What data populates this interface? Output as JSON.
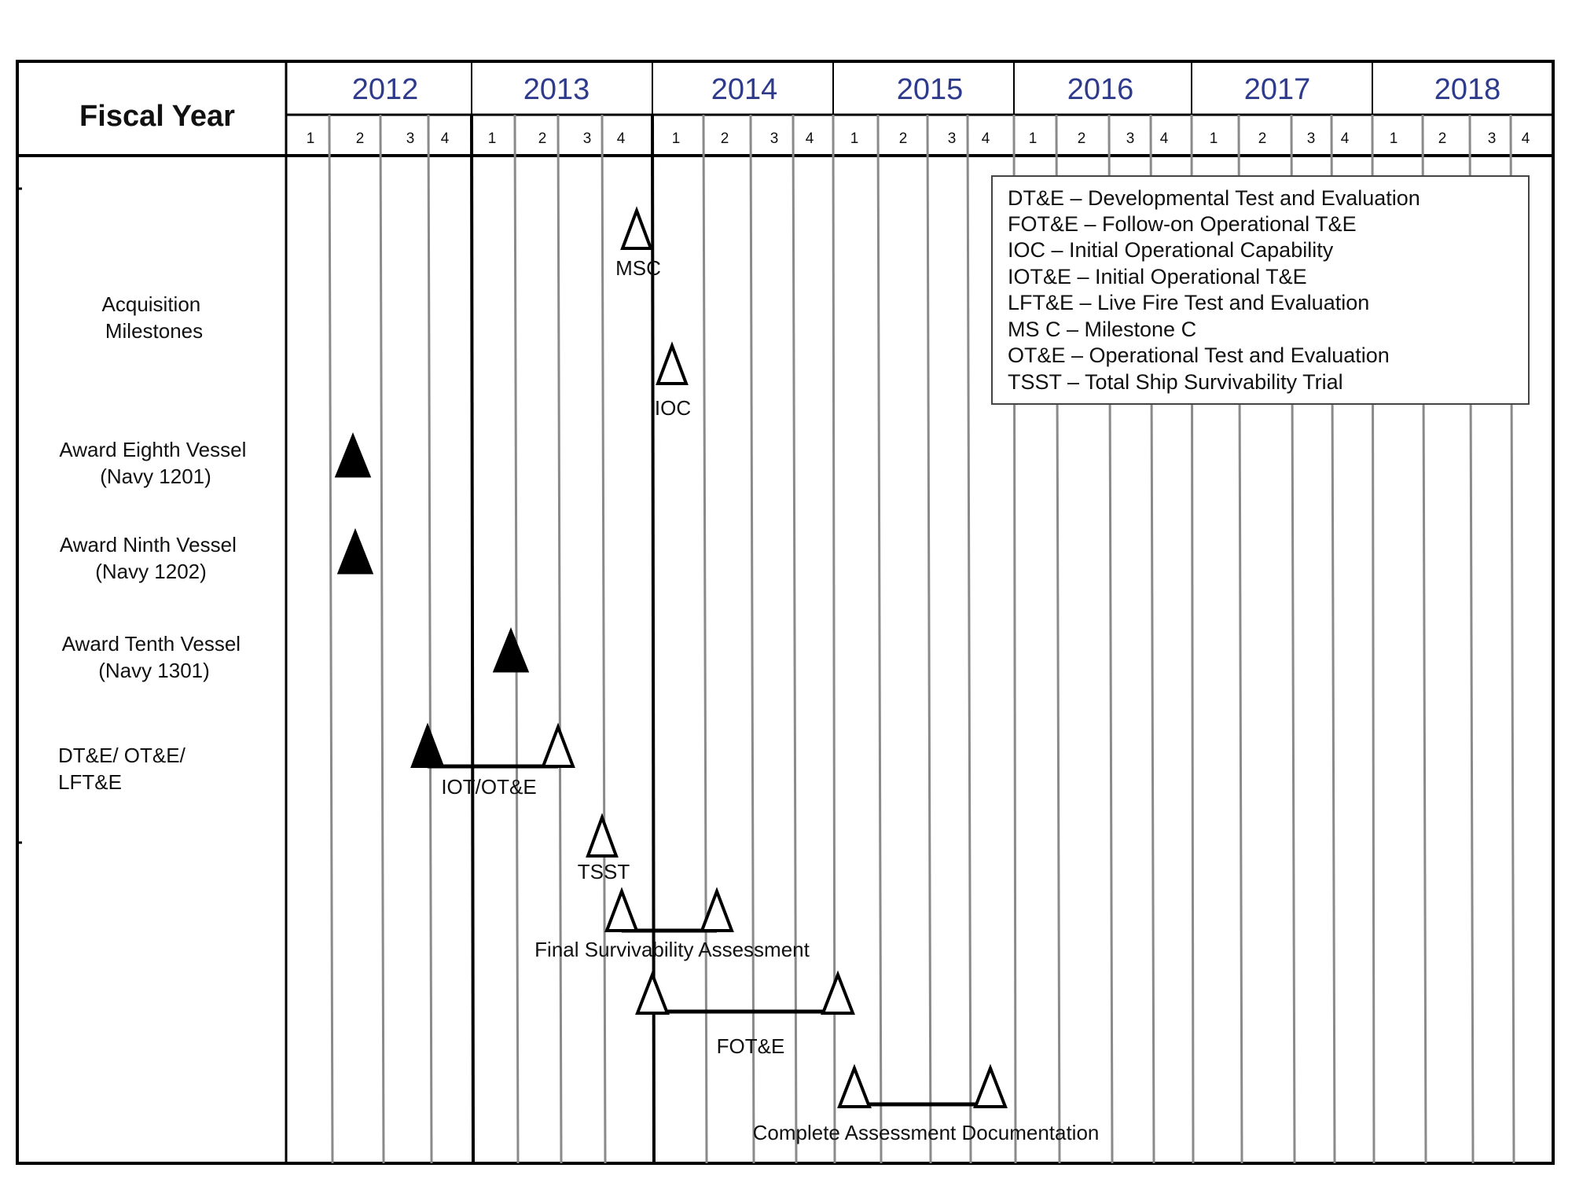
{
  "header": {
    "title": "Fiscal Year"
  },
  "years": [
    {
      "label": "2012",
      "quarters": [
        "1",
        "2",
        "3",
        "4"
      ]
    },
    {
      "label": "2013",
      "quarters": [
        "1",
        "2",
        "3",
        "4"
      ]
    },
    {
      "label": "2014",
      "quarters": [
        "1",
        "2",
        "3",
        "4"
      ]
    },
    {
      "label": "2015",
      "quarters": [
        "1",
        "2",
        "3",
        "4"
      ]
    },
    {
      "label": "2016",
      "quarters": [
        "1",
        "2",
        "3",
        "4"
      ]
    },
    {
      "label": "2017",
      "quarters": [
        "1",
        "2",
        "3",
        "4"
      ]
    },
    {
      "label": "2018",
      "quarters": [
        "1",
        "2",
        "3",
        "4"
      ]
    }
  ],
  "rows": [
    {
      "label": [
        "Acquisition",
        "Milestones"
      ]
    },
    {
      "label": [
        "Award Eighth Vessel",
        "(Navy 1201)"
      ]
    },
    {
      "label": [
        "Award Ninth Vessel",
        "(Navy 1202)"
      ]
    },
    {
      "label": [
        "Award Tenth Vessel",
        "(Navy 1301)"
      ]
    },
    {
      "label": [
        "DT&E/ OT&E/",
        "LFT&E"
      ]
    }
  ],
  "legend": [
    "DT&E – Developmental Test and Evaluation",
    "FOT&E – Follow-on Operational T&E",
    "IOC – Initial Operational Capability",
    "IOT&E – Initial Operational T&E",
    "LFT&E – Live Fire Test and  Evaluation",
    "MS C – Milestone C",
    "OT&E – Operational Test and Evaluation",
    "TSST – Total Ship Survivability Trial"
  ],
  "milestones": [
    {
      "id": "msc",
      "label": "MSC",
      "label_color": "#2e3a8c",
      "filled": false
    },
    {
      "id": "ioc",
      "label": "IOC",
      "filled": false
    },
    {
      "id": "award-8",
      "label": "",
      "filled": true
    },
    {
      "id": "award-9",
      "label": "",
      "filled": true
    },
    {
      "id": "award-10",
      "label": "",
      "filled": true
    }
  ],
  "spans": [
    {
      "id": "iot-ote",
      "label": "IOT/OT&E",
      "start_filled": true,
      "end_filled": false
    },
    {
      "id": "final-survivability",
      "label": "Final Survivability Assessment",
      "start_filled": false,
      "end_filled": false
    },
    {
      "id": "fote",
      "label": "FOT&E",
      "start_filled": false,
      "end_filled": false
    },
    {
      "id": "complete-assessment",
      "label": "Complete Assessment Documentation",
      "start_filled": false,
      "end_filled": false
    }
  ],
  "tsst": {
    "label": "TSST",
    "filled": false
  },
  "colors": {
    "year_text": "#2e3a8c",
    "grid_line": "#8a8a8a",
    "frame": "#000000"
  }
}
